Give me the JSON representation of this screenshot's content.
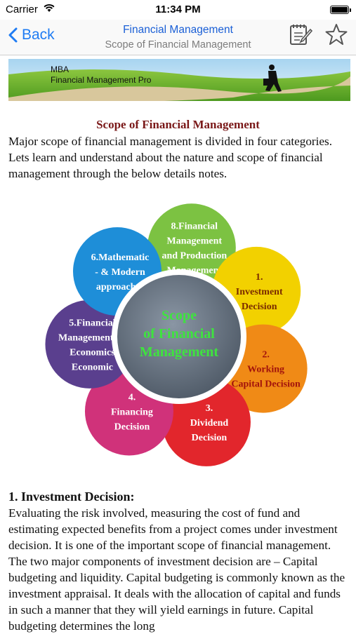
{
  "status": {
    "carrier": "Carrier",
    "time": "11:34 PM"
  },
  "nav": {
    "back_label": "Back",
    "title": "Financial Management",
    "subtitle": "Scope of Financial Management"
  },
  "banner": {
    "line1": "MBA",
    "line2": "Financial Management Pro"
  },
  "content": {
    "heading": "Scope of Financial Management",
    "intro": "Major scope of financial management is divided in four categories. Lets learn and understand about the nature and scope of financial management through the below details notes.",
    "diagram": {
      "center": [
        "Scope",
        "of Financial",
        "Management"
      ],
      "petals": [
        {
          "lines": [
            "8.Financial",
            "Management",
            "and Production",
            "Management"
          ],
          "color": "#7cc242"
        },
        {
          "lines": [
            "1.",
            "Investment",
            "Decision"
          ],
          "color": "#f2d100"
        },
        {
          "lines": [
            "2.",
            "Working",
            "Capital Decision"
          ],
          "color": "#f08a16"
        },
        {
          "lines": [
            "3.",
            "Dividend",
            "Decision"
          ],
          "color": "#e2262c"
        },
        {
          "lines": [
            "4.",
            "Financing",
            "Decision"
          ],
          "color": "#d0327a"
        },
        {
          "lines": [
            "5.Financial",
            "Management an",
            "Economics",
            "Economic"
          ],
          "color": "#5a3f8e"
        },
        {
          "lines": [
            "6.Mathematic",
            "- & Modern",
            "approaches"
          ],
          "color": "#1e8ed8"
        }
      ]
    },
    "section1_title": "1. Investment Decision:",
    "section1_body": "Evaluating the risk involved, measuring the cost of fund and estimating expected benefits from a project comes under investment decision. It is one of the important scope of financial management. The two major components of investment decision are – Capital budgeting and liquidity. Capital budgeting is commonly known as the investment appraisal. It deals with the allocation of capital and funds in such a manner that they will yield earnings in future. Capital budgeting determines the long"
  }
}
